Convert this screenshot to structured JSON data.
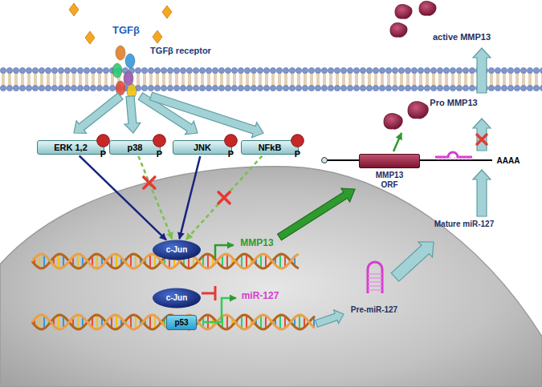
{
  "diagram": {
    "nodes": [
      {
        "text": [
          "ERK 1,2"
        ]
      },
      {
        "text": [
          "P"
        ],
        "in": 0
      },
      {
        "text": [
          "p38"
        ]
      },
      {
        "text": [
          "P"
        ],
        "in": 2
      },
      {
        "text": [
          "JNK"
        ]
      },
      {
        "text": [
          "P"
        ],
        "in": 4
      },
      {
        "text": [
          "NFkB"
        ]
      },
      {
        "text": [
          "P"
        ],
        "in": 6
      },
      {
        "text": [
          "MMP13 ORF"
        ]
      },
      {
        "text": [
          "c-Jun"
        ]
      },
      {
        "text": [
          "c-Jun"
        ]
      },
      {
        "text": [
          "p53"
        ]
      }
    ],
    "edges": [
      {
        "from": 0,
        "to": 9,
        "arrow": "to"
      },
      {
        "from": 2,
        "to": 9,
        "arrow": "to"
      },
      {
        "from": 4,
        "to": 9,
        "arrow": "to"
      },
      {
        "from": 6,
        "to": 9,
        "arrow": "to"
      }
    ],
    "labels": [
      "TGFβ",
      "TGFβ receptor",
      "active MMP13",
      "Pro MMP13",
      "AAAA",
      "Mature miR-127",
      "MMP13",
      "miR-127",
      "Pre-miR-127"
    ]
  }
}
